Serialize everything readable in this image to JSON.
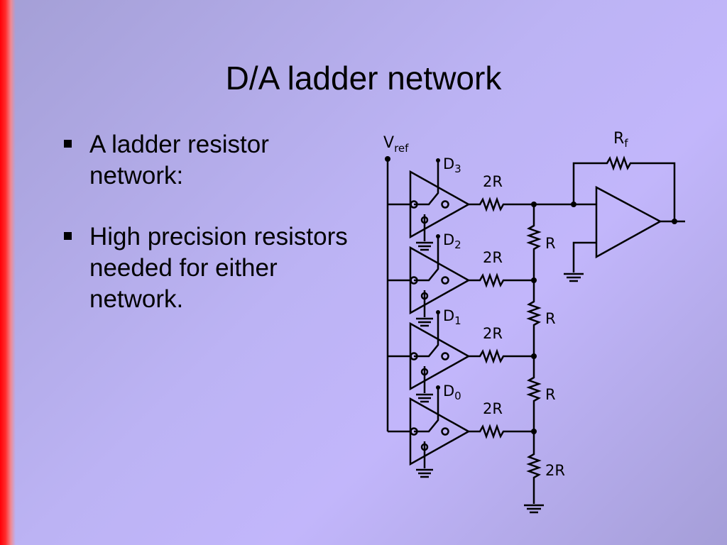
{
  "slide": {
    "title": "D/A ladder network",
    "bullets": [
      {
        "text": "A ladder resistor network:"
      },
      {
        "text": "High precision resistors needed for either network."
      }
    ]
  },
  "diagram": {
    "vref": {
      "main": "V",
      "sub": "ref"
    },
    "rf": {
      "main": "R",
      "sub": "f"
    },
    "switch_labels": [
      {
        "main": "D",
        "sub": "3"
      },
      {
        "main": "D",
        "sub": "2"
      },
      {
        "main": "D",
        "sub": "1"
      },
      {
        "main": "D",
        "sub": "0"
      }
    ],
    "series_resistor_label": "2R",
    "ladder_resistor_labels": [
      "R",
      "R",
      "R",
      "2R"
    ]
  }
}
